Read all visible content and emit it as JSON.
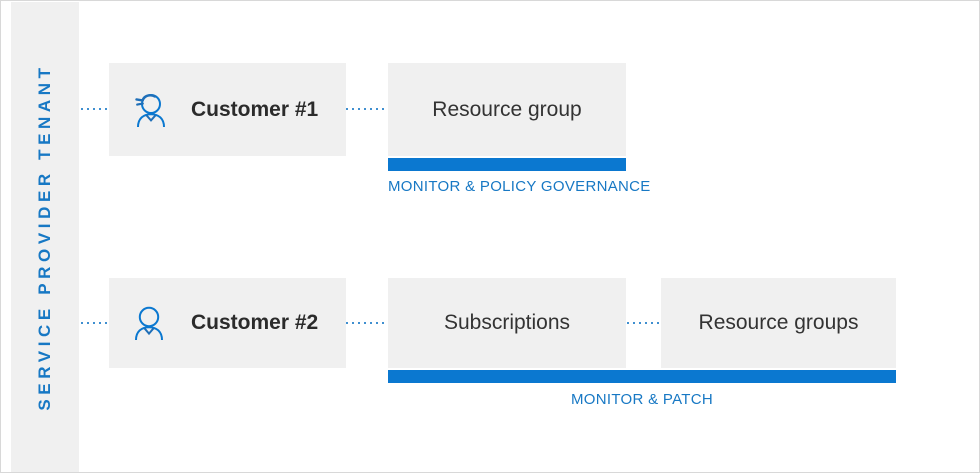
{
  "diagram": {
    "title": "Service provider tenant management scope diagram",
    "colors": {
      "accent_blue": "#0b78d0",
      "label_blue": "#1778c4",
      "box_gray": "#f0f0f0",
      "text_dark": "#333333"
    },
    "sidebar": {
      "label": "SERVICE PROVIDER TENANT"
    },
    "rows": [
      {
        "customer": {
          "label": "Customer #1",
          "icon": "person-with-headset-icon"
        },
        "scopes": [
          {
            "label": "Resource group"
          }
        ],
        "bar_caption": "MONITOR & POLICY GOVERNANCE"
      },
      {
        "customer": {
          "label": "Customer #2",
          "icon": "person-icon"
        },
        "scopes": [
          {
            "label": "Subscriptions"
          },
          {
            "label": "Resource groups"
          }
        ],
        "bar_caption": "MONITOR & PATCH"
      }
    ]
  }
}
